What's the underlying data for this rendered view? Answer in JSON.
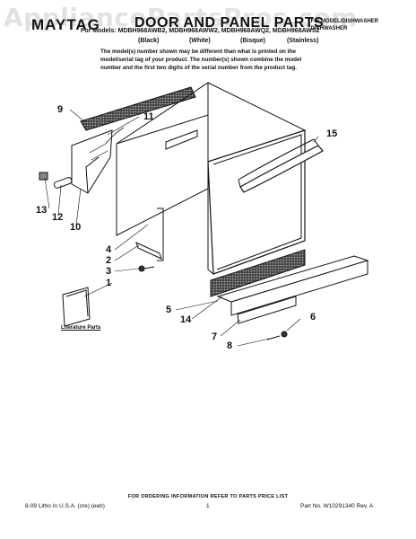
{
  "watermark": "AppliancePartsPros.com",
  "header": {
    "brand": "MAYTAG",
    "title": "DOOR AND PANEL PARTS",
    "product_type_line1": "For MODEL/DISHWASHER",
    "product_type_line2": "DISHWASHER",
    "models": "For Models: MDBH968AWB2, MDBH968AWW2, MDBH968AWQ2, MDBH968AWS2",
    "colors": [
      "(Black)",
      "(White)",
      "(Bisque)",
      "(Stainless)"
    ]
  },
  "note": "The model(s) number shown may be different than what is printed on the model/serial tag of your product. The number(s) shown combine the model number and the first two digits of the serial number from the product tag.",
  "callouts": {
    "c1": "1",
    "c2": "2",
    "c3": "3",
    "c4": "4",
    "c5": "5",
    "c6": "6",
    "c7": "7",
    "c8": "8",
    "c9": "9",
    "c10": "10",
    "c11": "11",
    "c12": "12",
    "c13": "13",
    "c14": "14"
  },
  "literature_parts": "Literature Parts",
  "ordering_info": "FOR ORDERING INFORMATION REFER TO PARTS PRICE LIST",
  "footer": {
    "left": "8-09 Litho In U.S.A. (cre) (eeb)",
    "page": "1",
    "right": "Part No. W10291340 Rev. A"
  }
}
